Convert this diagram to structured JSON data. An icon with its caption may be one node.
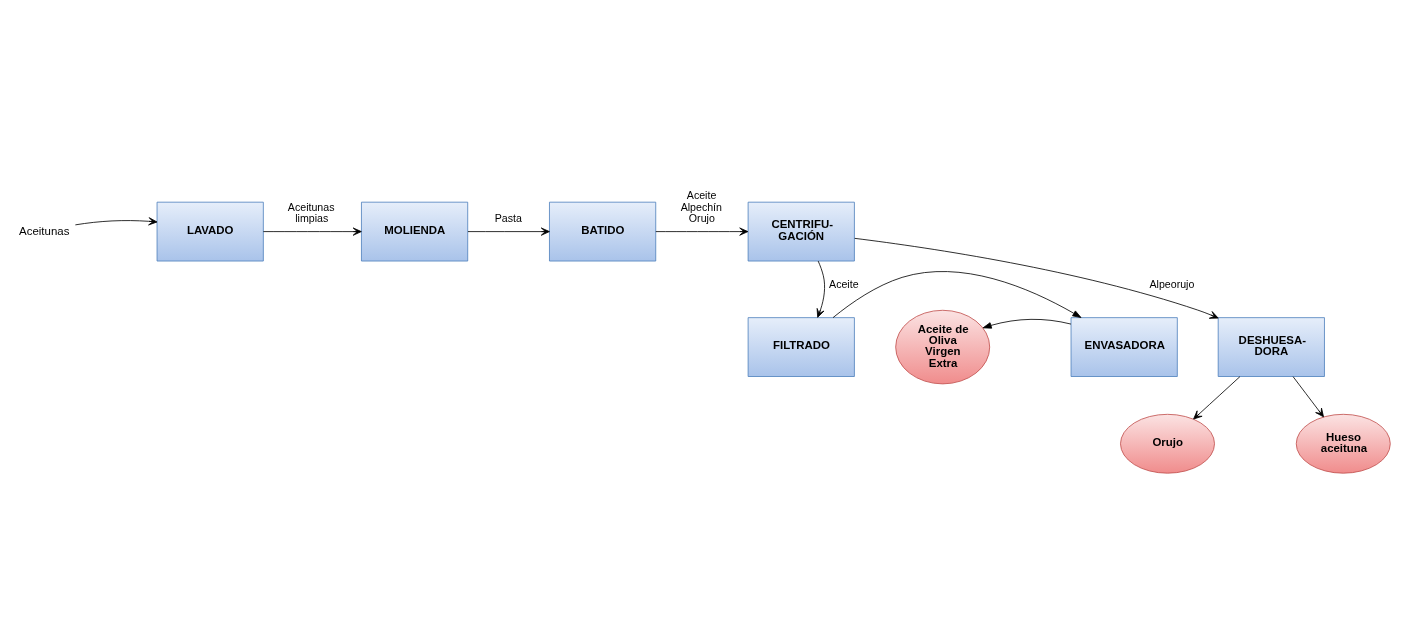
{
  "diagram": {
    "nodes": [
      {
        "text": [
          "Aceitunas"
        ]
      },
      {
        "text": [
          "LAVADO"
        ]
      },
      {
        "text": [
          "MOLIENDA"
        ]
      },
      {
        "text": [
          "BATIDO"
        ]
      },
      {
        "text": [
          "CENTRIFU- GACIÓN"
        ]
      },
      {
        "text": [
          "FILTRADO"
        ]
      },
      {
        "text": [
          "ENVASADORA"
        ]
      },
      {
        "text": [
          "Aceite de Oliva Virgen Extra"
        ]
      },
      {
        "text": [
          "DESHUESA- DORA"
        ]
      },
      {
        "text": [
          "Orujo"
        ]
      },
      {
        "text": [
          "Hueso aceituna"
        ]
      }
    ],
    "edges": [
      {
        "from": 0,
        "to": 1,
        "arrow": "to"
      },
      {
        "from": 1,
        "to": 2,
        "arrow": "to",
        "label": "Aceitunas limpias"
      },
      {
        "from": 2,
        "to": 3,
        "arrow": "to",
        "label": "Pasta"
      },
      {
        "from": 3,
        "to": 4,
        "arrow": "to",
        "label": "Aceite Alpechín Orujo"
      },
      {
        "from": 4,
        "to": 5,
        "arrow": "to",
        "label": "Aceite"
      },
      {
        "from": 4,
        "to": 8,
        "arrow": "to",
        "label": "Alpeorujo"
      },
      {
        "from": 5,
        "to": 6,
        "arrow": "to"
      },
      {
        "from": 6,
        "to": 7,
        "arrow": "to"
      },
      {
        "from": 8,
        "to": 9,
        "arrow": "to"
      },
      {
        "from": 8,
        "to": 10,
        "arrow": "to"
      }
    ]
  }
}
